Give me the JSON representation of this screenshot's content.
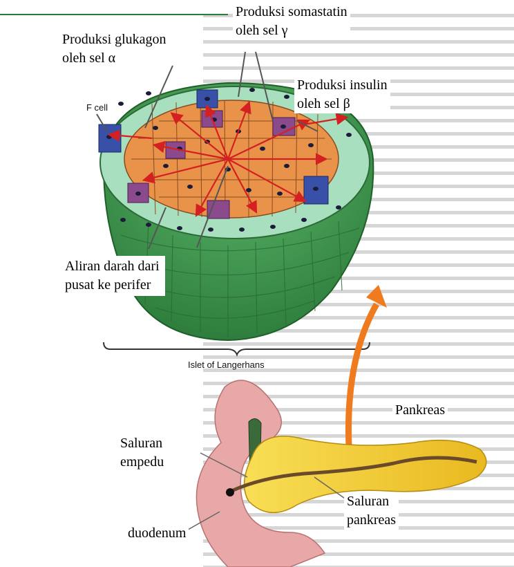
{
  "labels": {
    "somastatin_line1": "Produksi somastatin",
    "somastatin_line2": "oleh sel γ",
    "glukagon_line1": "Produksi glukagon",
    "glukagon_line2": "oleh sel α",
    "insulin_line1": "Produksi insulin",
    "insulin_line2": "oleh sel β",
    "fcell": "F cell",
    "aliran_line1": "Aliran darah dari",
    "aliran_line2": "pusat ke perifer",
    "islet": "Islet of Langerhans",
    "pankreas": "Pankreas",
    "saluran_empedu_line1": "Saluran",
    "saluran_empedu_line2": "empedu",
    "saluran_pankreas_line1": "Saluran",
    "saluran_pankreas_line2": "pankreas",
    "duodenum": "duodenum"
  },
  "colors": {
    "alpha_cell": "#9fd9b8",
    "beta_cell": "#e8924a",
    "gamma_cell": "#8a4a8c",
    "f_cell": "#3850a8",
    "islet_outer": "#3f9a4f",
    "blood_arrow": "#d42020",
    "pancreas": "#f3cf3a",
    "duodenum": "#e8a8a8",
    "orange_arrow": "#f07a1e"
  }
}
